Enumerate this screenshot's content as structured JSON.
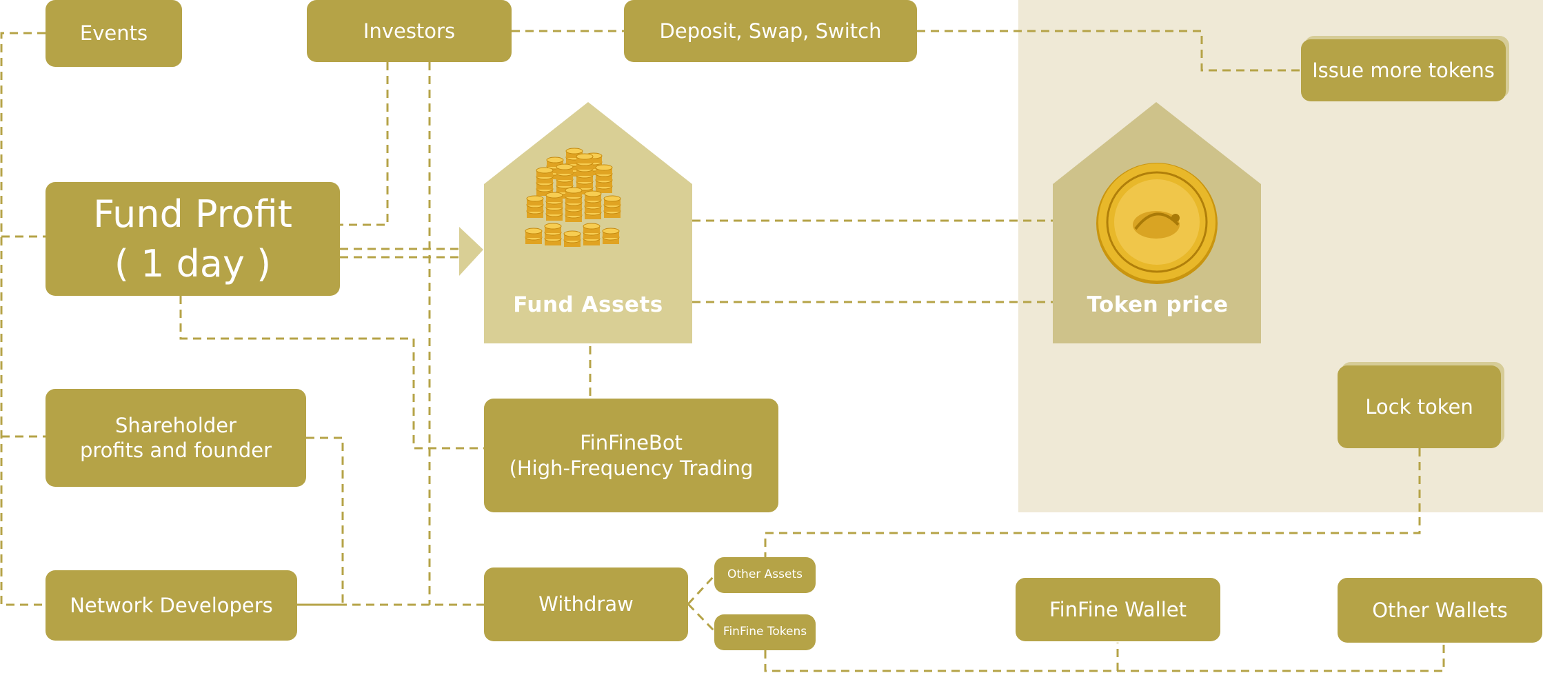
{
  "colors": {
    "box": "#b5a347",
    "connector": "#b5a347",
    "house_fund": "#d9cf95",
    "house_token": "#cec28a",
    "panel": "#efe9d6",
    "coin": "#e8b82a"
  },
  "nodes": {
    "events": "Events",
    "investors": "Investors",
    "deposit": "Deposit, Swap, Switch",
    "issue": "Issue more tokens",
    "fund_profit": {
      "line1": "Fund Profit",
      "line2": "( 1 day )"
    },
    "fund_assets": "Fund Assets",
    "token_price": "Token price",
    "shareholder": {
      "line1": "Shareholder",
      "line2": "profits and founder"
    },
    "finfinebot": {
      "line1": "FinFineBot",
      "line2": "(High-Frequency Trading"
    },
    "lock_token": "Lock token",
    "network_developers": "Network Developers",
    "withdraw": "Withdraw",
    "other_assets": "Other Assets",
    "finfine_tokens": "FinFine Tokens",
    "finfine_wallet": "FinFine Wallet",
    "other_wallets": "Other Wallets"
  },
  "icons": {
    "coins": "stacked-gold-coins-icon",
    "token": "gold-token-coin-icon"
  }
}
